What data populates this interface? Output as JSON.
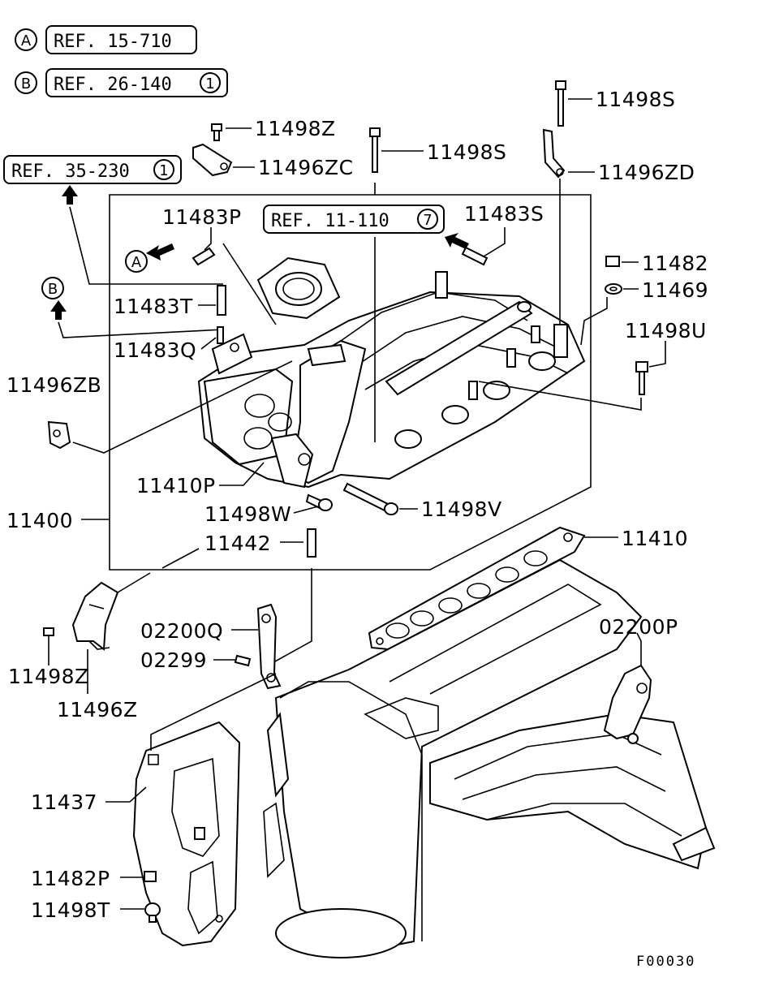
{
  "refs": {
    "a": {
      "marker": "A",
      "text": "REF. 15-710"
    },
    "b": {
      "marker": "B",
      "text": "REF. 26-140",
      "circled": "1"
    },
    "c": {
      "text": "REF. 35-230",
      "circled": "1"
    },
    "d": {
      "text": "REF. 11-110",
      "circled": "7"
    }
  },
  "pointers": {
    "a": "A",
    "b": "B"
  },
  "parts": {
    "p11498S_top": "11498S",
    "p11498Z_top": "11498Z",
    "p11498S_mid": "11498S",
    "p11496ZC": "11496ZC",
    "p11496ZD": "11496ZD",
    "p11483P": "11483P",
    "p11483S": "11483S",
    "p11482": "11482",
    "p11469": "11469",
    "p11483T": "11483T",
    "p11498U": "11498U",
    "p11483Q": "11483Q",
    "p11496ZB": "11496ZB",
    "p11410P": "11410P",
    "p11498V": "11498V",
    "p11498W": "11498W",
    "p11400": "11400",
    "p11442": "11442",
    "p11410": "11410",
    "p02200Q": "02200Q",
    "p02200P": "02200P",
    "p02299": "02299",
    "p11498Z_bot": "11498Z",
    "p11496Z": "11496Z",
    "p11437": "11437",
    "p11482P": "11482P",
    "p11498T": "11498T"
  },
  "figure_code": "F00030"
}
